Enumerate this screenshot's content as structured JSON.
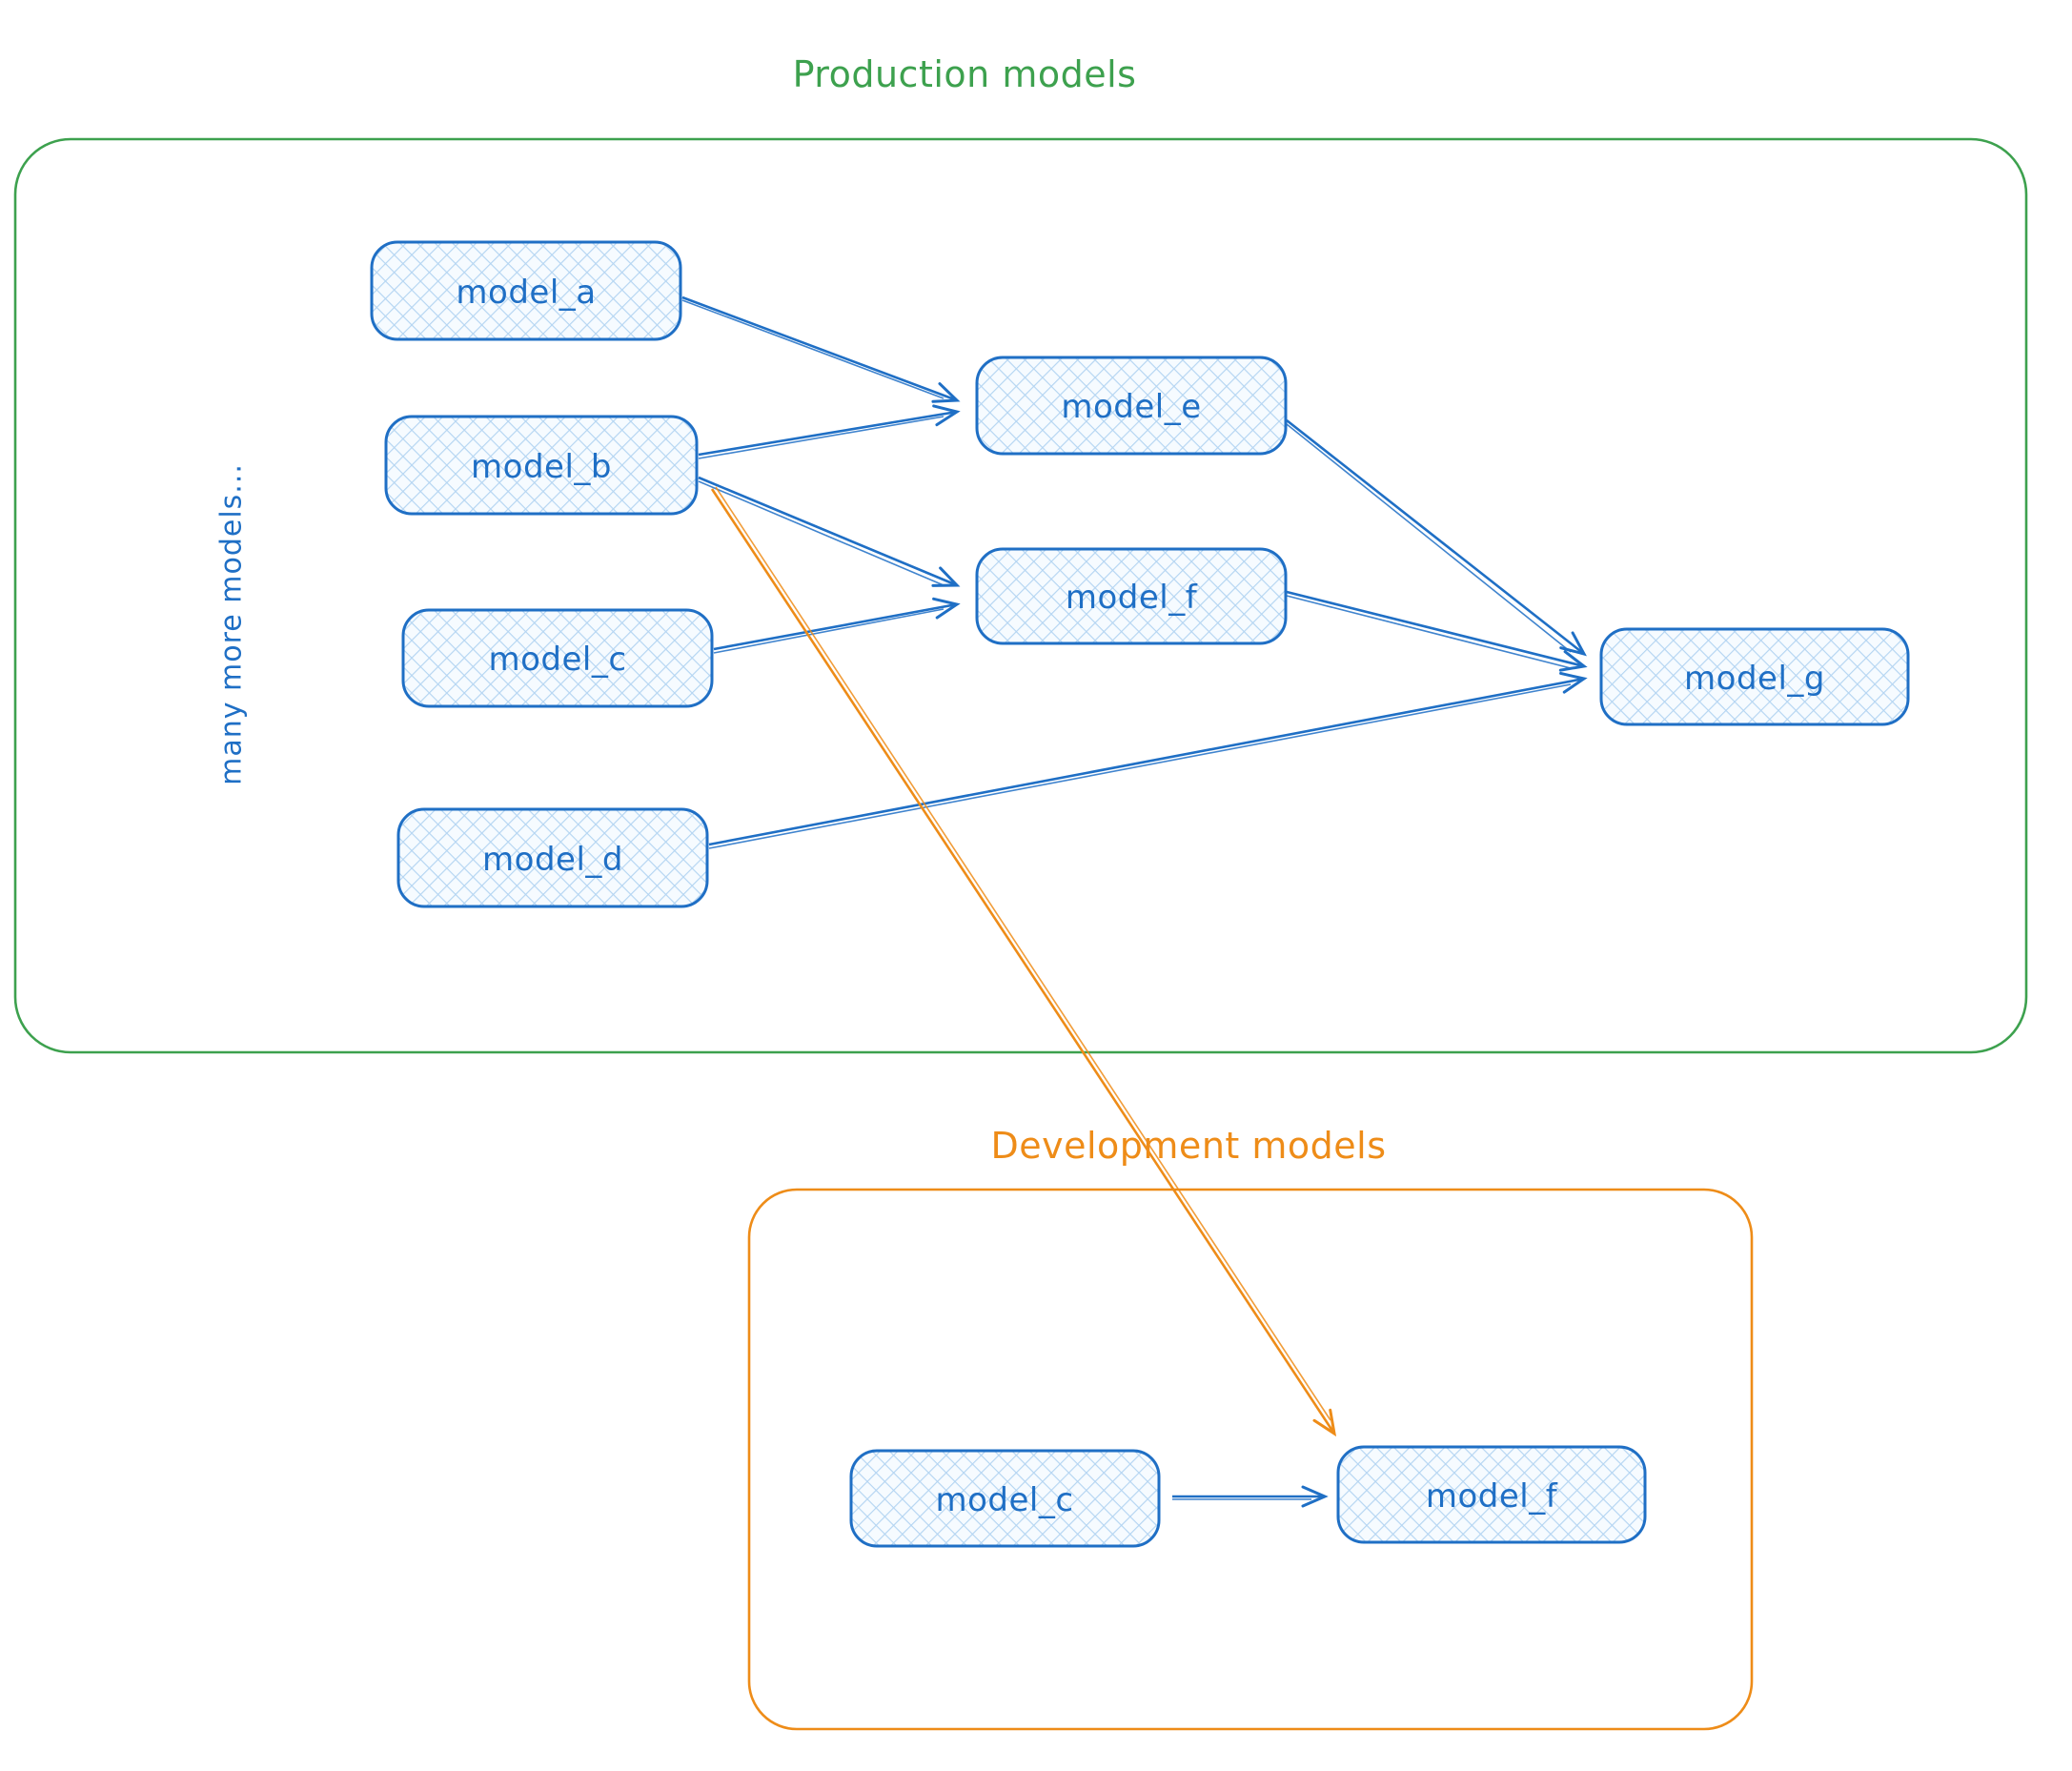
{
  "colors": {
    "green": "#3da14e",
    "orange": "#ee8c18",
    "blue": "#1f6fc5",
    "hatch": "#b4d5f2",
    "node_fill_bg": "#f5faff"
  },
  "production": {
    "title": "Production models",
    "side_note": "many more models...",
    "nodes": [
      {
        "id": "model_a",
        "label": "model_a"
      },
      {
        "id": "model_b",
        "label": "model_b"
      },
      {
        "id": "model_c",
        "label": "model_c"
      },
      {
        "id": "model_d",
        "label": "model_d"
      },
      {
        "id": "model_e",
        "label": "model_e"
      },
      {
        "id": "model_f",
        "label": "model_f"
      },
      {
        "id": "model_g",
        "label": "model_g"
      }
    ]
  },
  "development": {
    "title": "Development models",
    "nodes": [
      {
        "id": "dev_model_c",
        "label": "model_c"
      },
      {
        "id": "dev_model_f",
        "label": "model_f"
      }
    ]
  },
  "edges": [
    {
      "from": "model_a",
      "to": "model_e",
      "color": "blue"
    },
    {
      "from": "model_b",
      "to": "model_e",
      "color": "blue"
    },
    {
      "from": "model_b",
      "to": "model_f",
      "color": "blue"
    },
    {
      "from": "model_c",
      "to": "model_f",
      "color": "blue"
    },
    {
      "from": "model_e",
      "to": "model_g",
      "color": "blue"
    },
    {
      "from": "model_f",
      "to": "model_g",
      "color": "blue"
    },
    {
      "from": "model_d",
      "to": "model_g",
      "color": "blue"
    },
    {
      "from": "model_b",
      "to": "dev_model_f",
      "color": "orange"
    },
    {
      "from": "dev_model_c",
      "to": "dev_model_f",
      "color": "blue"
    }
  ]
}
